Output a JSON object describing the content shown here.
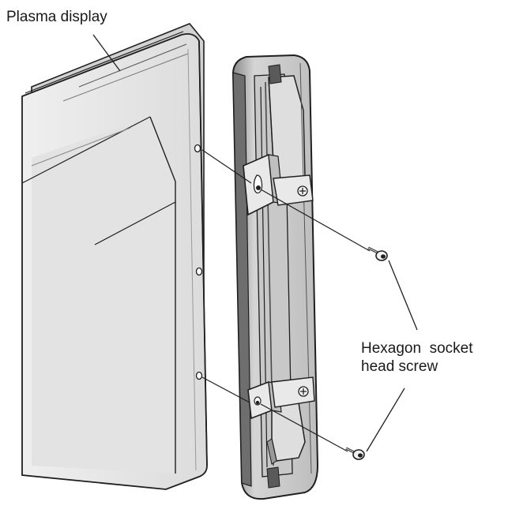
{
  "labels": {
    "plasma_display": "Plasma display",
    "screw_line1": "Hexagon  socket",
    "screw_line2": "head screw"
  },
  "colors": {
    "outline": "#1f1f1f",
    "panel_fill": "#e6e6e6",
    "bracket_fill": "#d7d7d7",
    "dark_fill": "#6e6e6e",
    "background": "#ffffff"
  }
}
